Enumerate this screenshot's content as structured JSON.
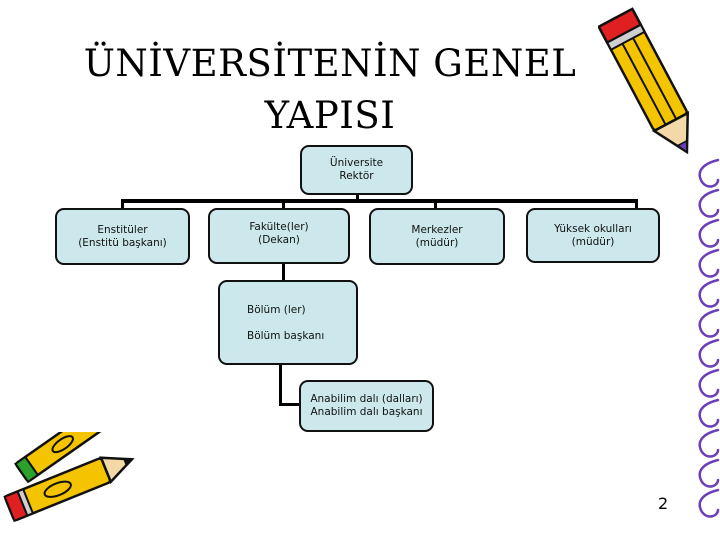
{
  "title": {
    "line1": "ÜNİVERSİTENİN GENEL",
    "line2": "YAPISI"
  },
  "org": {
    "root": {
      "line1": "Üniversite",
      "line2": "Rektör"
    },
    "enstituler": {
      "line1": "Enstitüler",
      "line2": "(Enstitü başkanı)"
    },
    "fakulteler": {
      "line1": "Fakülte(ler)",
      "line2": "(Dekan)"
    },
    "merkezler": {
      "line1": "Merkezler",
      "line2": "(müdür)"
    },
    "yuksekokullar": {
      "line1": "Yüksek okulları",
      "line2": "(müdür)"
    },
    "bolum": {
      "line1": "Bölüm (ler)",
      "line2": "Bölüm başkanı"
    },
    "anabilim": {
      "line1": "Anabilim dalı (dalları)",
      "line2": "Anabilim dalı başkanı"
    }
  },
  "page_number": "2",
  "colors": {
    "box_fill": "#cde8ec",
    "pencil_yellow": "#f5c400",
    "pencil_red": "#e02020",
    "spiral": "#6a3fb8"
  }
}
